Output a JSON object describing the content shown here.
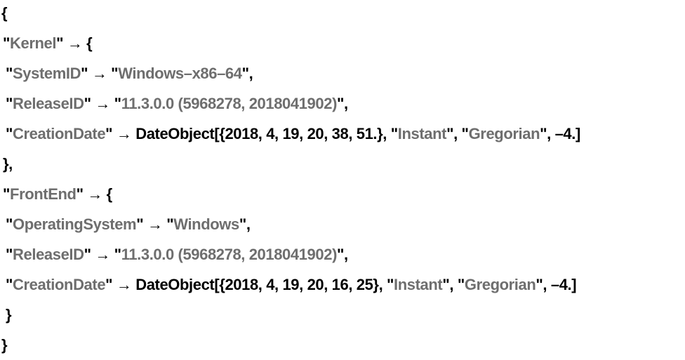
{
  "output": {
    "lines": [
      {
        "indent": 0,
        "tokens": [
          {
            "t": "k",
            "v": "{"
          }
        ]
      },
      {
        "indent": 1,
        "tokens": [
          {
            "t": "k",
            "v": "\""
          },
          {
            "t": "s",
            "v": "Kernel"
          },
          {
            "t": "k",
            "v": "\" → {"
          }
        ]
      },
      {
        "indent": 2,
        "tokens": [
          {
            "t": "k",
            "v": "\""
          },
          {
            "t": "s",
            "v": "SystemID"
          },
          {
            "t": "k",
            "v": "\" → \""
          },
          {
            "t": "s",
            "v": "Windows–x86–64"
          },
          {
            "t": "k",
            "v": "\","
          }
        ]
      },
      {
        "indent": 2,
        "tokens": [
          {
            "t": "k",
            "v": "\""
          },
          {
            "t": "s",
            "v": "ReleaseID"
          },
          {
            "t": "k",
            "v": "\" → \""
          },
          {
            "t": "s",
            "v": "11.3.0.0 (5968278, 2018041902)"
          },
          {
            "t": "k",
            "v": "\","
          }
        ]
      },
      {
        "indent": 2,
        "tokens": [
          {
            "t": "k",
            "v": "\""
          },
          {
            "t": "s",
            "v": "CreationDate"
          },
          {
            "t": "k",
            "v": "\" → DateObject[{2018, 4, 19, 20, 38, 51.}, \""
          },
          {
            "t": "s",
            "v": "Instant"
          },
          {
            "t": "k",
            "v": "\", \""
          },
          {
            "t": "s",
            "v": "Gregorian"
          },
          {
            "t": "k",
            "v": "\", –4.]"
          }
        ]
      },
      {
        "indent": 1,
        "tokens": [
          {
            "t": "k",
            "v": "},"
          }
        ]
      },
      {
        "indent": 1,
        "tokens": [
          {
            "t": "k",
            "v": "\""
          },
          {
            "t": "s",
            "v": "FrontEnd"
          },
          {
            "t": "k",
            "v": "\" → {"
          }
        ]
      },
      {
        "indent": 2,
        "tokens": [
          {
            "t": "k",
            "v": "\""
          },
          {
            "t": "s",
            "v": "OperatingSystem"
          },
          {
            "t": "k",
            "v": "\" → \""
          },
          {
            "t": "s",
            "v": "Windows"
          },
          {
            "t": "k",
            "v": "\","
          }
        ]
      },
      {
        "indent": 2,
        "tokens": [
          {
            "t": "k",
            "v": "\""
          },
          {
            "t": "s",
            "v": "ReleaseID"
          },
          {
            "t": "k",
            "v": "\" → \""
          },
          {
            "t": "s",
            "v": "11.3.0.0 (5968278, 2018041902)"
          },
          {
            "t": "k",
            "v": "\","
          }
        ]
      },
      {
        "indent": 2,
        "tokens": [
          {
            "t": "k",
            "v": "\""
          },
          {
            "t": "s",
            "v": "CreationDate"
          },
          {
            "t": "k",
            "v": "\" → DateObject[{2018, 4, 19, 20, 16, 25}, \""
          },
          {
            "t": "s",
            "v": "Instant"
          },
          {
            "t": "k",
            "v": "\", \""
          },
          {
            "t": "s",
            "v": "Gregorian"
          },
          {
            "t": "k",
            "v": "\", –4.]"
          }
        ]
      },
      {
        "indent": 2,
        "tokens": [
          {
            "t": "k",
            "v": "}"
          }
        ]
      },
      {
        "indent": 0,
        "tokens": [
          {
            "t": "k",
            "v": "}"
          }
        ]
      }
    ],
    "colors": {
      "symbol": "#000000",
      "string": "#6e6e6e"
    }
  }
}
